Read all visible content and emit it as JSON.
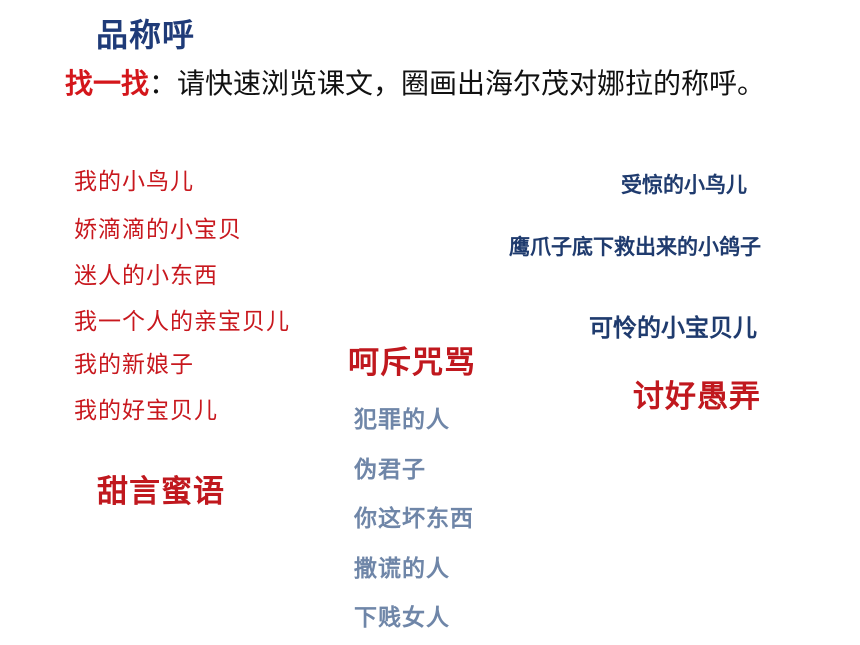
{
  "title": "品称呼",
  "task": {
    "keyword": "找一找",
    "instruction": "：请快速浏览课文，圈画出海尔茂对娜拉的称呼。"
  },
  "sweet_words": {
    "heading": "甜言蜜语",
    "items": [
      "我的小鸟儿",
      "娇滴滴的小宝贝",
      "迷人的小东西",
      "我一个人的亲宝贝儿",
      "我的新娘子",
      "我的好宝贝儿"
    ]
  },
  "scolding": {
    "heading": "呵斥咒骂",
    "items": [
      "犯罪的人",
      "伪君子",
      "你这坏东西",
      "撒谎的人",
      "下贱女人"
    ]
  },
  "flattery": {
    "heading": "讨好愚弄",
    "items": [
      "受惊的小鸟儿",
      "鹰爪子底下救出来的小鸽子",
      "可怜的小宝贝儿"
    ]
  },
  "colors": {
    "title": "#1f3b78",
    "keyword": "#d4161b",
    "sweet": "#c8181e",
    "scolding": "#6f86a8",
    "flattery": "#1f3b6e"
  }
}
